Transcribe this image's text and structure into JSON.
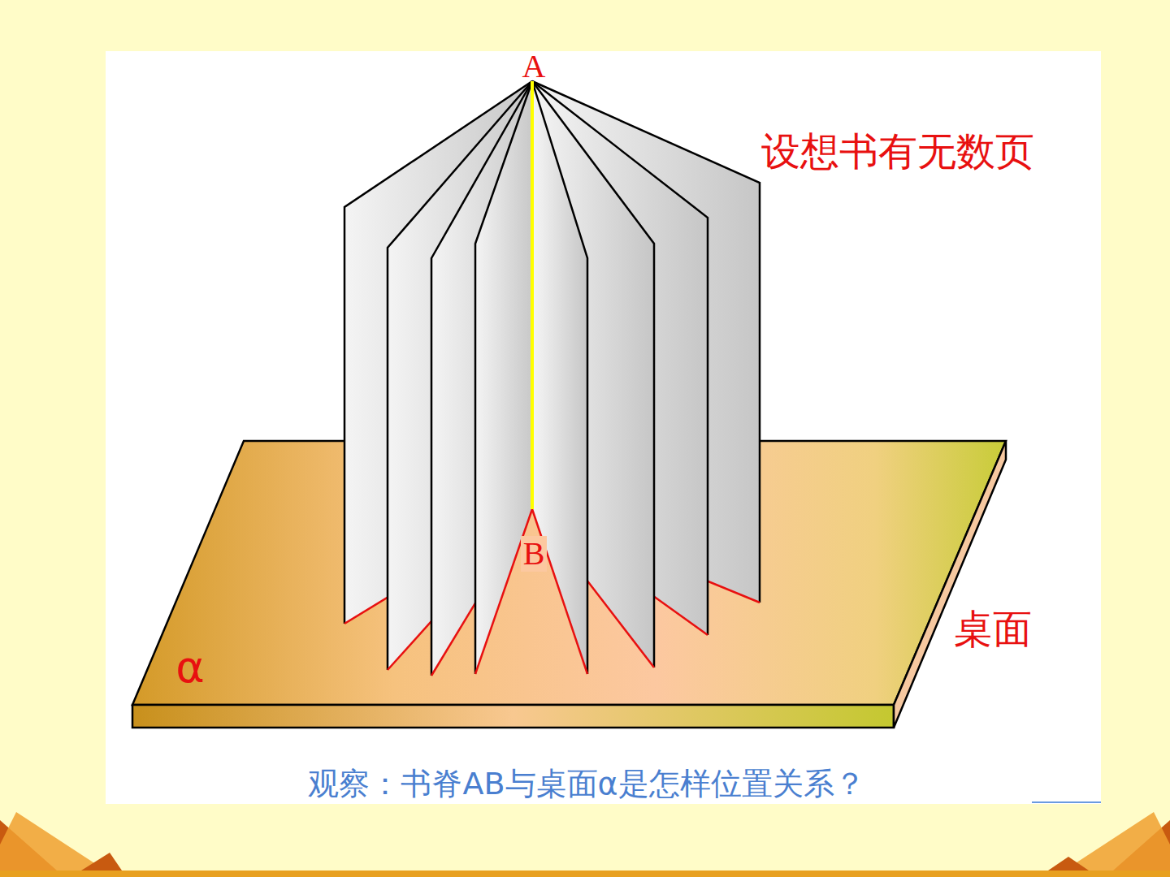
{
  "diagram": {
    "labels": [
      "A",
      "设想书有无数页",
      "B",
      "桌面",
      "α",
      "观察：书脊AB与桌面α是怎样位置关系？"
    ]
  }
}
